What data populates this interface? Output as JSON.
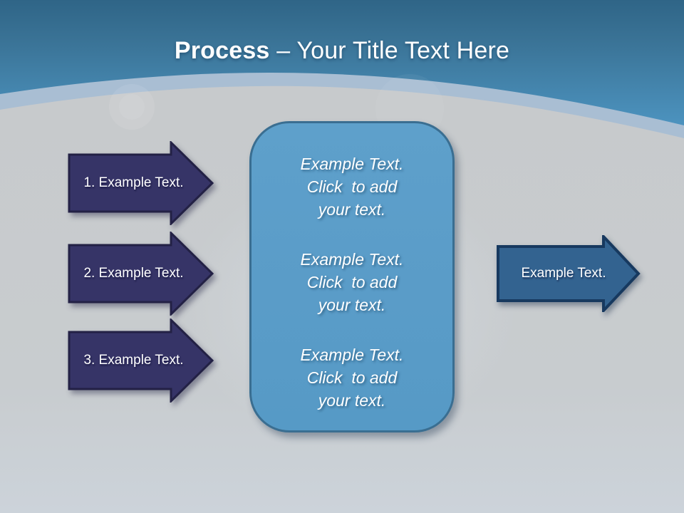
{
  "slide": {
    "title": {
      "emphasis": "Process",
      "rest": " – Your Title Text Here"
    },
    "left_arrows": [
      {
        "label": "1. Example Text."
      },
      {
        "label": "2. Example Text."
      },
      {
        "label": "3. Example Text."
      }
    ],
    "center_box": {
      "paragraphs": [
        {
          "line1": "Example Text.",
          "line2": "Click  to add",
          "line3": "your text."
        },
        {
          "line1": "Example Text.",
          "line2": "Click  to add",
          "line3": "your text."
        },
        {
          "line1": "Example Text.",
          "line2": "Click  to add",
          "line3": "your text."
        }
      ]
    },
    "right_arrow": {
      "label": "Example Text."
    },
    "colors": {
      "header_gradient_top": "#2f6587",
      "header_gradient_bottom": "#4e96c3",
      "curve_band": "#a9bed3",
      "body_gray_top": "#c7cacc",
      "body_gray_bottom": "#ccd3da",
      "navy_arrow_fill": "#363467",
      "navy_arrow_border": "#232145",
      "blue_arrow_fill": "#336390",
      "blue_arrow_border": "#17395f",
      "box_fill": "#5a9cc8",
      "box_border": "#3a6e91",
      "text": "#ffffff"
    }
  }
}
